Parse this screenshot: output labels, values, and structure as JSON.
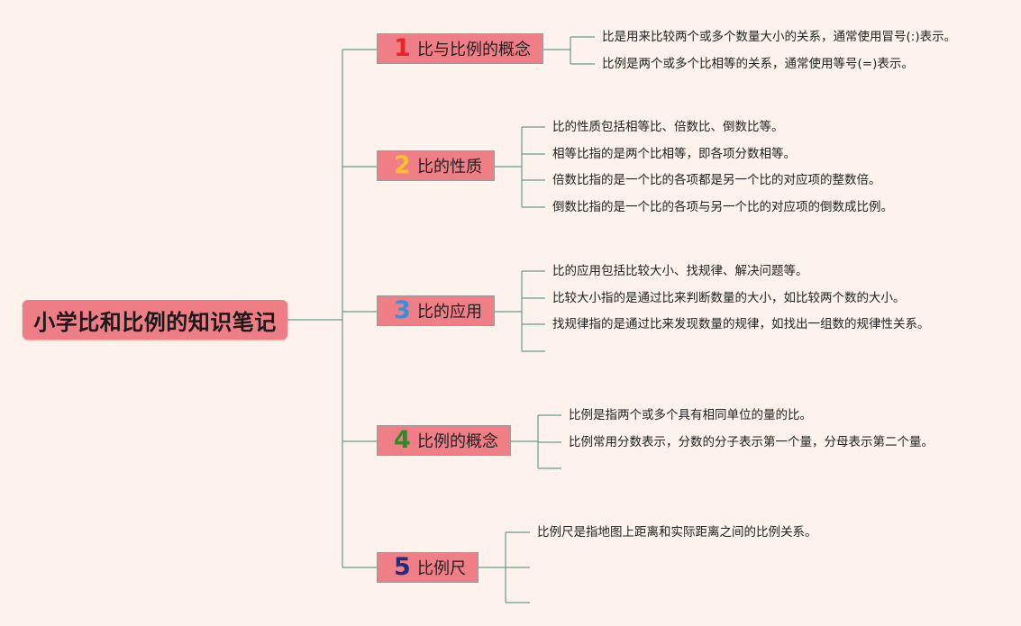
{
  "title": "小学比和比例的知识笔记",
  "branches": [
    {
      "number": "1",
      "number_color": "#e8242b",
      "label": "比与比例的概念",
      "items": [
        "比是用来比较两个或多个数量大小的关系，通常使用冒号(:)表示。",
        "比例是两个或多个比相等的关系，通常使用等号(=)表示。"
      ]
    },
    {
      "number": "2",
      "number_color": "#f6c12c",
      "label": "比的性质",
      "items": [
        "比的性质包括相等比、倍数比、倒数比等。",
        "相等比指的是两个比相等，即各项分数相等。",
        "倍数比指的是一个比的各项都是另一个比的对应项的整数倍。",
        "倒数比指的是一个比的各项与另一个比的对应项的倒数成比例。"
      ]
    },
    {
      "number": "3",
      "number_color": "#3b8fd6",
      "label": "比的应用",
      "items": [
        "比的应用包括比较大小、找规律、解决问题等。",
        "比较大小指的是通过比来判断数量的大小，如比较两个数的大小。",
        "找规律指的是通过比来发现数量的规律，如找出一组数的规律性关系。",
        ""
      ]
    },
    {
      "number": "4",
      "number_color": "#2e8b2a",
      "label": "比例的概念",
      "items": [
        "比例是指两个或多个具有相同单位的量的比。",
        "比例常用分数表示，分数的分子表示第一个量，分母表示第二个量。",
        ""
      ]
    },
    {
      "number": "5",
      "number_color": "#1f2d7a",
      "label": "比例尺",
      "items": [
        "比例尺是指地图上距离和实际距离之间的比例关系。",
        "",
        ""
      ]
    }
  ],
  "colors": {
    "background": "#fdf3ec",
    "node_fill": "#f07e86",
    "connector": "#6a9a8a"
  }
}
